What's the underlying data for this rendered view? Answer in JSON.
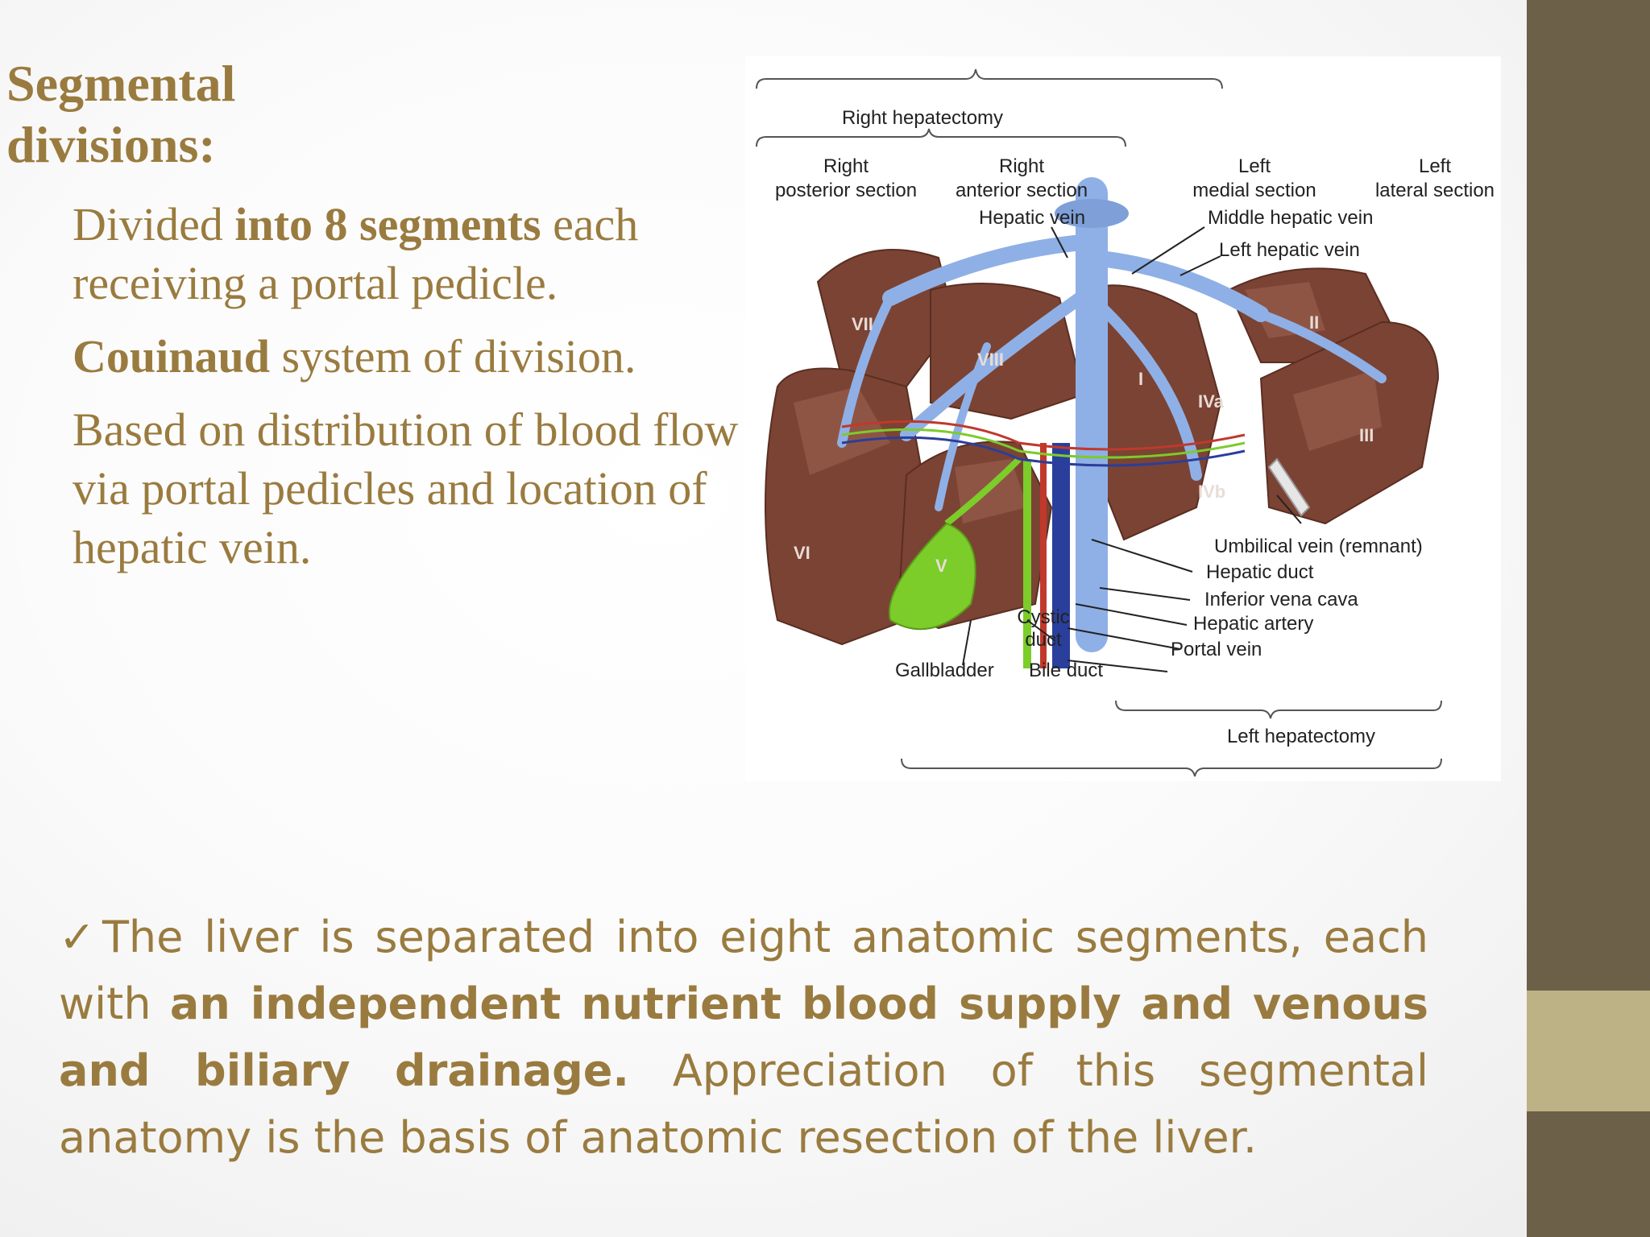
{
  "title": {
    "line1": "Segmental",
    "line2": "divisions:"
  },
  "bullets": [
    {
      "pre": "Divided ",
      "bold": "into 8 segments",
      "post": " each receiving a portal pedicle."
    },
    {
      "pre": "",
      "bold": "Couinaud",
      "post": " system of division."
    },
    {
      "pre": "Based on distribution of blood flow via portal pedicles and location of hepatic vein.",
      "bold": "",
      "post": ""
    }
  ],
  "diagram": {
    "labels": {
      "right_hepatectomy": "Right hepatectomy",
      "right_posterior": [
        "Right",
        "posterior section"
      ],
      "right_anterior": [
        "Right",
        "anterior section"
      ],
      "left_medial": [
        "Left",
        "medial section"
      ],
      "left_lateral": [
        "Left",
        "lateral section"
      ],
      "hepatic_vein": "Hepatic vein",
      "middle_hepatic_vein": "Middle hepatic vein",
      "left_hepatic_vein": "Left hepatic vein",
      "umbilical_vein": "Umbilical vein (remnant)",
      "hepatic_duct": "Hepatic duct",
      "inferior_vena_cava": "Inferior vena cava",
      "hepatic_artery": "Hepatic artery",
      "portal_vein": "Portal vein",
      "cystic_duct": [
        "Cystic",
        "duct"
      ],
      "gallbladder": "Gallbladder",
      "bile_duct": "Bile duct",
      "left_hepatectomy": "Left hepatectomy"
    },
    "segments": {
      "I": "I",
      "II": "II",
      "III": "III",
      "IVa": "IVa",
      "IVb": "IVb",
      "V": "V",
      "VI": "VI",
      "VII": "VII",
      "VIII": "VIII"
    },
    "colors": {
      "liver": "#7b4333",
      "vein": "#8fb0e6",
      "gallbladder": "#7ccc2a",
      "artery": "#c0392b",
      "portal": "#2a3e9c"
    }
  },
  "summary": {
    "check": "✓",
    "part1": "The liver is separated into eight anatomic segments, each with  ",
    "bold": "an independent nutrient blood supply and venous and biliary   drainage.",
    "part2": " Appreciation of this segmental anatomy is the basis of  anatomic resection of the liver."
  }
}
